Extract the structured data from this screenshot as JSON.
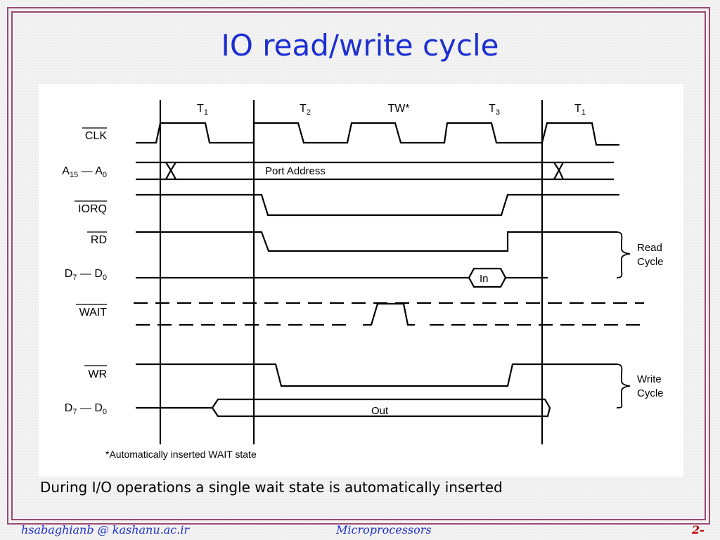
{
  "slide": {
    "title": "IO read/write cycle",
    "caption": "During I/O operations a single wait state is automatically inserted",
    "footer_left": "hsabaghianb @ kashanu.ac.ir",
    "footer_center": "Microprocessors",
    "footer_right": "2-"
  },
  "diagram": {
    "states": [
      {
        "base": "T",
        "sub": "1",
        "suffix": ""
      },
      {
        "base": "T",
        "sub": "2",
        "suffix": ""
      },
      {
        "base": "TW*",
        "sub": "",
        "suffix": ""
      },
      {
        "base": "T",
        "sub": "3",
        "suffix": ""
      },
      {
        "base": "T",
        "sub": "1",
        "suffix": ""
      }
    ],
    "signals": {
      "clk": "CLK",
      "addr": {
        "a": "A",
        "a_sub": "15",
        "dash": " — A",
        "b_sub": "0"
      },
      "iorq": "IORQ",
      "rd": "RD",
      "data_rd": {
        "a": "D",
        "a_sub": "7",
        "dash": " — D",
        "b_sub": "0"
      },
      "wait": "WAIT",
      "wr": "WR",
      "data_wr": {
        "a": "D",
        "a_sub": "7",
        "dash": " — D",
        "b_sub": "0"
      }
    },
    "bus_labels": {
      "port_address": "Port Address",
      "in": "In",
      "out": "Out"
    },
    "groups": {
      "read": [
        "Read",
        "Cycle"
      ],
      "write": [
        "Write",
        "Cycle"
      ]
    },
    "footnote": "*Automatically inserted WAIT state"
  }
}
